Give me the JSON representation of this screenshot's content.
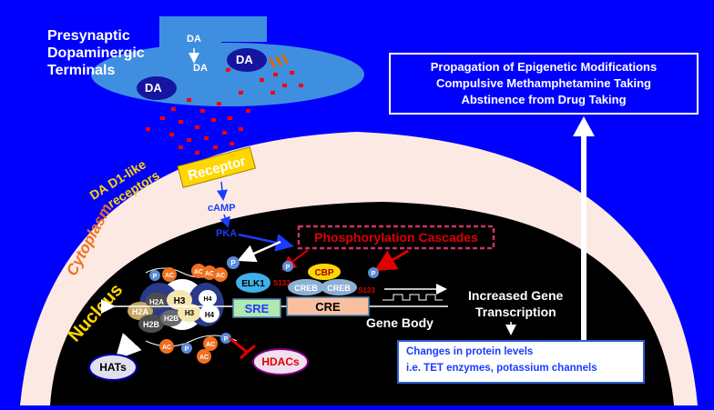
{
  "labels": {
    "presynaptic": [
      "Presynaptic",
      "Dopaminergic",
      "Terminals"
    ],
    "da": "DA",
    "receptors": [
      "DA D1-like",
      "receptors"
    ],
    "receptor_box": "Receptor",
    "camp": "cAMP",
    "pka": "PKA",
    "cytoplasm": "Cytoplasm",
    "nucleus": "Nucleus",
    "phosphorylation": "Phosphorylation Cascades",
    "p": "P",
    "ac": "AC",
    "elk1": "ELK1",
    "s133": "S133",
    "cbp": "CBP",
    "creb": "CREB",
    "sre": "SRE",
    "cre": "CRE",
    "gene_body": "Gene Body",
    "histones": [
      "H2A",
      "H2B",
      "H3",
      "H4"
    ],
    "increased": [
      "Increased Gene",
      "Transcription"
    ],
    "hats": "HATs",
    "hdacs": "HDACs"
  },
  "outcome_box": [
    "Propagation of Epigenetic Modifications",
    "Compulsive Methamphetamine Taking",
    "Abstinence from Drug Taking"
  ],
  "changes_box": [
    "Changes in protein levels",
    "i.e. TET enzymes, potassium channels"
  ],
  "colors": {
    "background": "#0000ff",
    "cytoplasm": "#fde9e3",
    "nucleus": "#000000",
    "terminal": "#3f8fe0",
    "vesicle": "#1515a0",
    "dopamine": "#ff0000",
    "receptor": "#ffd700",
    "acetyl": "#f07020",
    "phospho": "#5b8bd6"
  }
}
